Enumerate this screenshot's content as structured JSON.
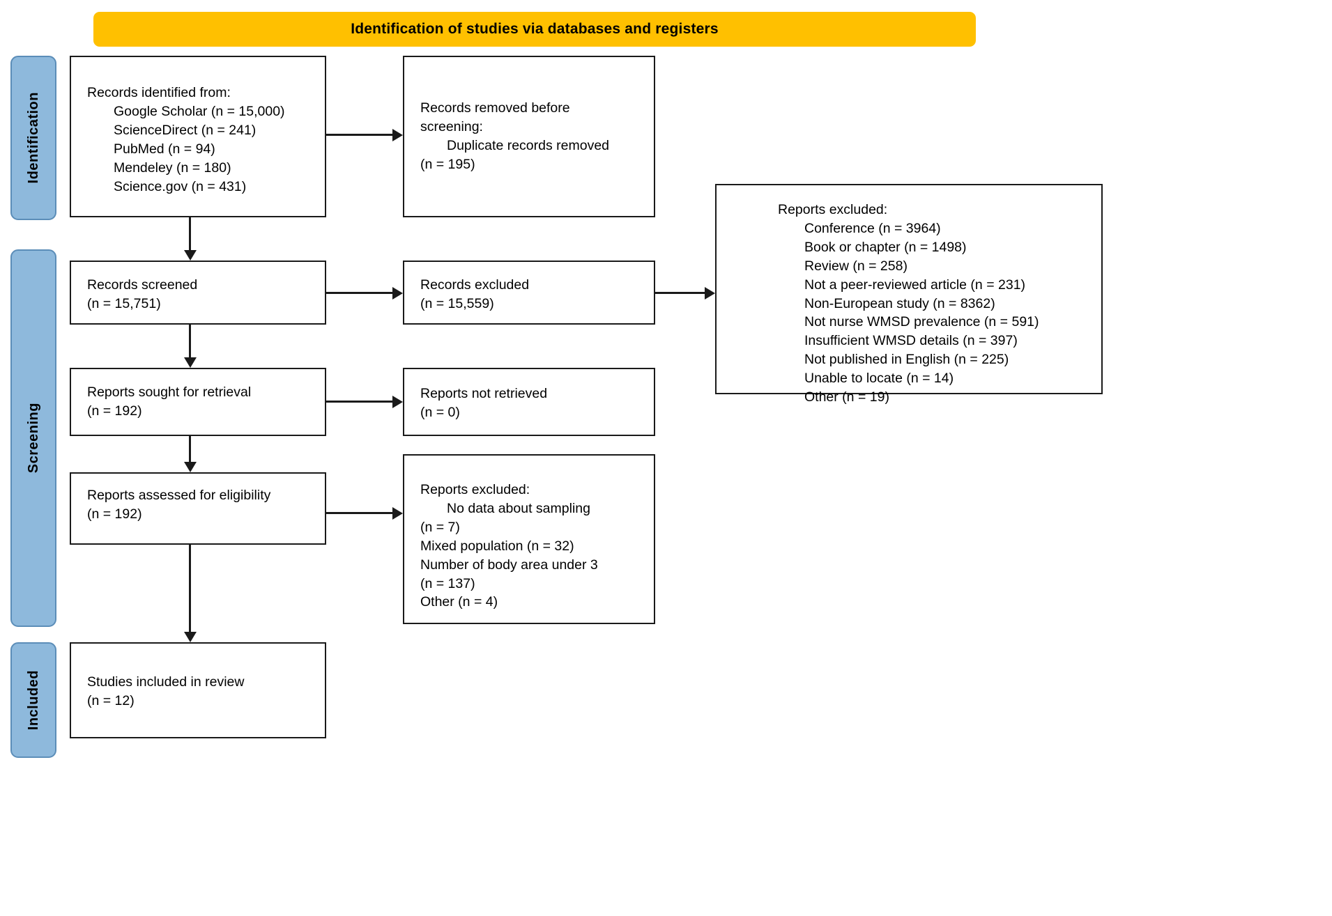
{
  "banner": {
    "title": "Identification of studies via databases and registers"
  },
  "stages": [
    {
      "label": "Identification"
    },
    {
      "label": "Screening"
    },
    {
      "label": "Included"
    }
  ],
  "boxes": {
    "identified": {
      "heading": "Records identified from:",
      "items": [
        "Google Scholar (n = 15,000)",
        "ScienceDirect (n = 241)",
        "PubMed (n = 94)",
        "Mendeley (n = 180)",
        "Science.gov (n = 431)"
      ]
    },
    "removed": {
      "heading_line1": "Records removed before",
      "heading_line2": "screening:",
      "item": "Duplicate records removed",
      "count": "(n = 195)"
    },
    "screened": {
      "label": "Records screened",
      "count": "(n = 15,751)"
    },
    "records_excluded": {
      "label": "Records excluded",
      "count": "(n = 15,559)"
    },
    "sought": {
      "label": "Reports sought for retrieval",
      "count": "(n = 192)"
    },
    "not_retrieved": {
      "label": "Reports not retrieved",
      "count": "(n = 0)"
    },
    "assessed": {
      "label": "Reports assessed for eligibility",
      "count": "(n = 192)"
    },
    "reports_excluded": {
      "heading": "Reports excluded:",
      "items": [
        "No data about sampling",
        "(n = 7)",
        "Mixed population (n = 32)",
        "Number of body area under 3",
        "(n = 137)",
        "Other (n = 4)"
      ]
    },
    "included": {
      "label": "Studies included in review",
      "count": "(n = 12)"
    },
    "big_excluded": {
      "heading": "Reports excluded:",
      "items": [
        "Conference (n = 3964)",
        "Book or chapter (n = 1498)",
        "Review (n = 258)",
        "Not a peer-reviewed  article (n = 231)",
        "Non-European study (n = 8362)",
        "Not nurse WMSD prevalence (n = 591)",
        "Insufficient WMSD details (n = 397)",
        "Not published in English (n = 225)",
        "Unable to locate (n = 14)",
        "Other (n = 19)"
      ]
    }
  },
  "colors": {
    "banner": "#FFC000",
    "stage_fill": "#8EB9DC",
    "stage_border": "#5B8DB8",
    "box_border": "#1a1a1a",
    "text": "#000000"
  }
}
